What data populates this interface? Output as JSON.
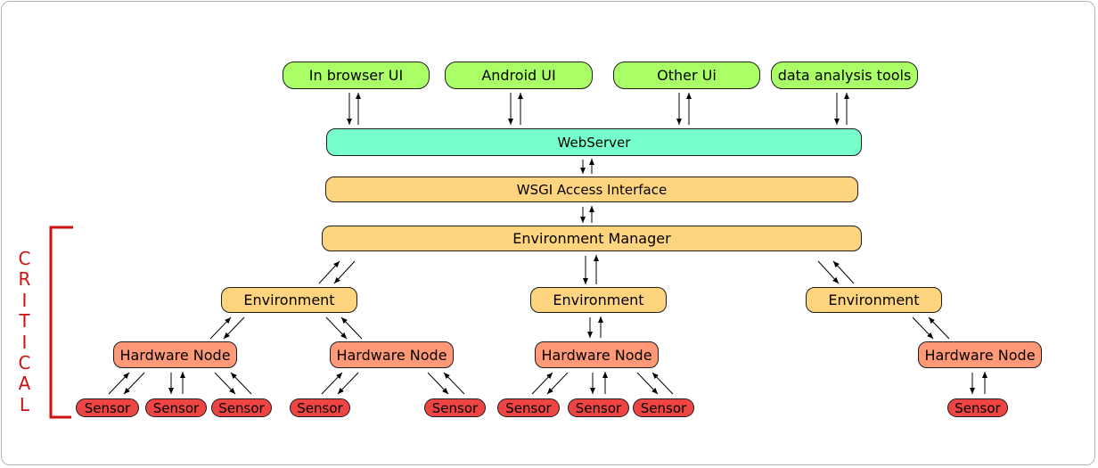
{
  "clients": [
    "In browser UI",
    "Android UI",
    "Other Ui",
    "data analysis tools"
  ],
  "webserver": "WebServer",
  "access_interface": "WSGI Access Interface",
  "environment_manager": "Environment Manager",
  "critical_label": "CRITICAL",
  "environments": [
    {
      "label": "Environment",
      "hardware_nodes": [
        {
          "label": "Hardware Node",
          "sensors": [
            "Sensor",
            "Sensor",
            "Sensor"
          ]
        },
        {
          "label": "Hardware Node",
          "sensors": [
            "Sensor",
            "Sensor"
          ]
        }
      ]
    },
    {
      "label": "Environment",
      "hardware_nodes": [
        {
          "label": "Hardware Node",
          "sensors": [
            "Sensor",
            "Sensor",
            "Sensor"
          ]
        }
      ]
    },
    {
      "label": "Environment",
      "hardware_nodes": [
        {
          "label": "Hardware Node",
          "sensors": [
            "Sensor"
          ]
        }
      ]
    }
  ],
  "colors": {
    "client": "#aaff66",
    "webserver": "#77ffcc",
    "interface": "#ffd47f",
    "hardware_node": "#ff9977",
    "sensor": "#ee4444",
    "critical": "#cc1111"
  }
}
